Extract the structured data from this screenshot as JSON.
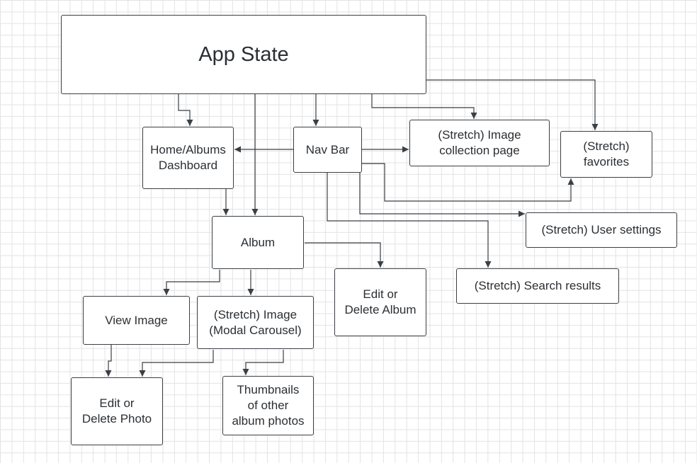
{
  "diagram": {
    "colors": {
      "line": "#3a3f44",
      "box_border": "#3a3f44",
      "text": "#2b2f33",
      "grid": "#e3e3e3"
    },
    "nodes": {
      "app_state": "App State",
      "home_dashboard": "Home/Albums\nDashboard",
      "nav_bar": "Nav Bar",
      "image_collection": "(Stretch) Image\ncollection page",
      "favorites": "(Stretch)\nfavorites",
      "user_settings": "(Stretch) User settings",
      "album": "Album",
      "edit_delete_album": "Edit or\nDelete Album",
      "search_results": "(Stretch) Search results",
      "view_image": "View Image",
      "modal_carousel": "(Stretch) Image\n(Modal Carousel)",
      "edit_delete_photo": "Edit or\nDelete Photo",
      "thumbnails": "Thumbnails\nof other\nalbum photos"
    },
    "edges": [
      {
        "from": "app_state",
        "to": "home_dashboard"
      },
      {
        "from": "app_state",
        "to": "album"
      },
      {
        "from": "app_state",
        "to": "nav_bar"
      },
      {
        "from": "app_state",
        "to": "image_collection"
      },
      {
        "from": "app_state",
        "to": "favorites"
      },
      {
        "from": "nav_bar",
        "to": "home_dashboard"
      },
      {
        "from": "nav_bar",
        "to": "image_collection"
      },
      {
        "from": "nav_bar",
        "to": "favorites"
      },
      {
        "from": "nav_bar",
        "to": "user_settings"
      },
      {
        "from": "nav_bar",
        "to": "search_results"
      },
      {
        "from": "home_dashboard",
        "to": "album"
      },
      {
        "from": "album",
        "to": "edit_delete_album"
      },
      {
        "from": "album",
        "to": "view_image"
      },
      {
        "from": "album",
        "to": "modal_carousel"
      },
      {
        "from": "view_image",
        "to": "edit_delete_photo"
      },
      {
        "from": "modal_carousel",
        "to": "edit_delete_photo"
      },
      {
        "from": "modal_carousel",
        "to": "thumbnails"
      }
    ]
  }
}
